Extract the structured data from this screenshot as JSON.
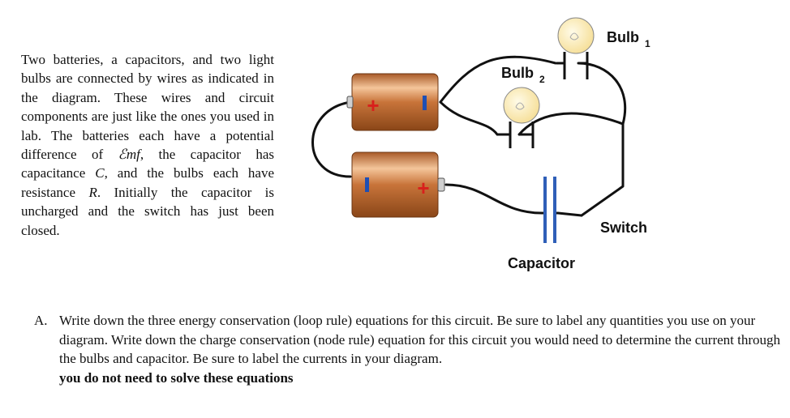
{
  "intro": {
    "part1": "Two batteries, a capacitors, and two light bulbs are connected by wires as indicated in the diagram. These wires and circuit components are just like the ones you used in lab. The batteries each have a potential difference of ",
    "emf_symbol": "ℰmf",
    "part2": ", the capacitor has capacitance ",
    "cap_symbol": "C",
    "part3": ", and the bulbs each have resistance ",
    "res_symbol": "R",
    "part4": ". Initially the capacitor is uncharged and the switch has just been closed."
  },
  "diagram": {
    "bulb1_label": "Bulb",
    "bulb1_sub": "1",
    "bulb2_label": "Bulb",
    "bulb2_sub": "2",
    "switch_label": "Switch",
    "capacitor_label": "Capacitor",
    "battery_plus": "+",
    "colors": {
      "battery_body": "#c8743a",
      "battery_highlight": "#f4c59a",
      "plus_sign": "#d8201c",
      "minus_bar": "#1f4fb4",
      "capacitor_plate": "#2f5fb8",
      "bulb_glass": "#fbe9b0",
      "wire": "#111111"
    }
  },
  "question": {
    "letter": "A.",
    "text": "Write down the three energy conservation (loop rule) equations for this circuit. Be sure to label any quantities you use on your diagram. Write down the charge conservation (node rule) equation for this circuit you would need to determine the current through the bulbs and capacitor. Be sure to label the currents in your diagram.",
    "bold_text": "you do not need to solve these equations"
  }
}
